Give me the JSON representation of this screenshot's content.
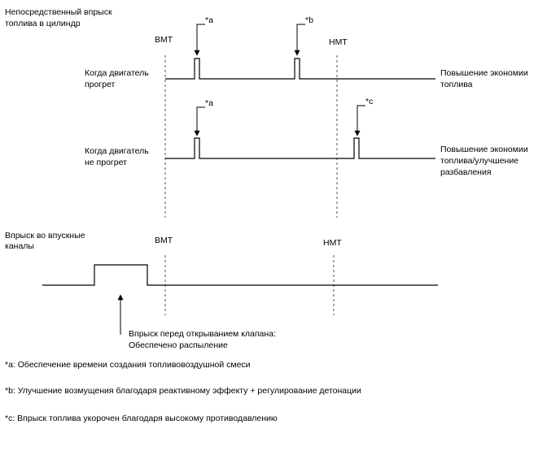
{
  "direct": {
    "title_line1": "Непосредственный впрыск",
    "title_line2": "топлива в цилиндр",
    "bmt": "BMT",
    "nmt": "HMT",
    "warm": {
      "label_line1": "Когда двигатель",
      "label_line2": "прогрет",
      "marker_a": "*a",
      "marker_b": "*b",
      "result_line1": "Повышение экономии",
      "result_line2": "топлива"
    },
    "cold": {
      "label_line1": "Когда двигатель",
      "label_line2": "не прогрет",
      "marker_a": "*a",
      "marker_c": "*c",
      "result_line1": "Повышение экономии",
      "result_line2": "топлива/улучшение",
      "result_line3": "разбавления"
    }
  },
  "port": {
    "title_line1": "Впрыск во впускные",
    "title_line2": "каналы",
    "bmt": "BMT",
    "nmt": "HMT",
    "note_line1": "Впрыск перед открыванием клапана:",
    "note_line2": "Обеспечено распыление"
  },
  "footnotes": {
    "a": "*a: Обеспечение времени создания топливовоздушной смеси",
    "b": "*b: Улучшение возмущения благодаря реактивному эффекту + регулирование детонации",
    "c": "*c: Впрыск топлива укорочен благодаря высокому противодавлению"
  }
}
